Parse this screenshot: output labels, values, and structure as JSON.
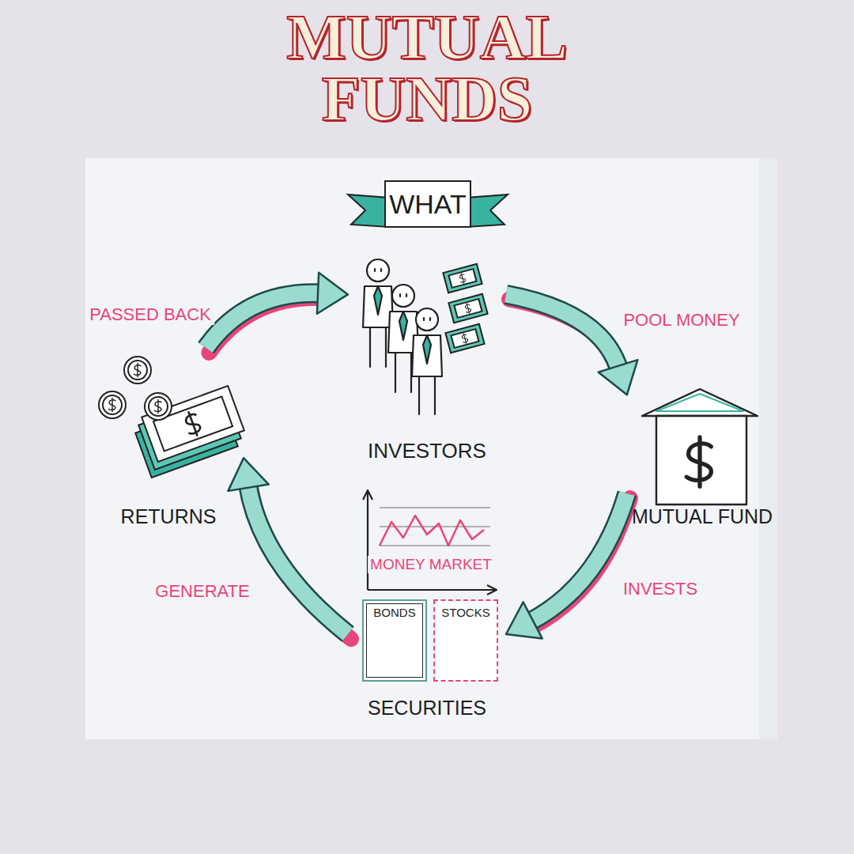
{
  "diagram": {
    "title": "MUTUAL FUNDS",
    "nodes": [
      {
        "text": [
          "WHAT"
        ]
      },
      {
        "text": [
          "INVESTORS"
        ]
      },
      {
        "text": [
          "MUTUAL FUND"
        ]
      },
      {
        "text": [
          "SECURITIES"
        ]
      },
      {
        "text": [
          "BONDS"
        ],
        "in": 3
      },
      {
        "text": [
          "STOCKS"
        ],
        "in": 3
      },
      {
        "text": [
          "RETURNS"
        ]
      }
    ],
    "edges": [
      {
        "from": 1,
        "to": 2,
        "label": "POOL MONEY",
        "arrow": "to"
      },
      {
        "from": 2,
        "to": 3,
        "label": "INVESTS",
        "arrow": "to"
      },
      {
        "from": 3,
        "to": 6,
        "label": "GENERATE",
        "arrow": "to"
      },
      {
        "from": 6,
        "to": 1,
        "label": "PASSED BACK",
        "arrow": "to"
      }
    ],
    "labels": [
      "MONEY MARKET"
    ]
  }
}
